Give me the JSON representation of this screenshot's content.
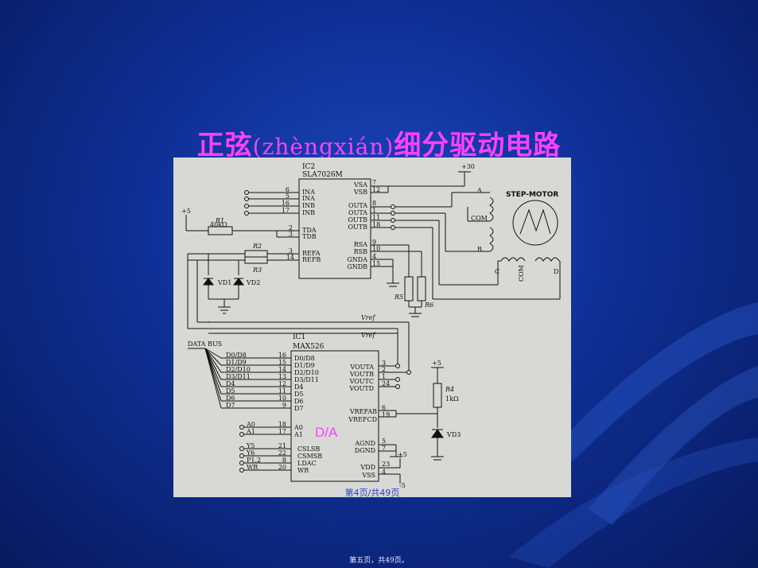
{
  "slide": {
    "title_cn_1": "正弦",
    "title_pinyin": "(zhèngxián)",
    "title_cn_2": "细分驱动电路",
    "annotation": "D/A",
    "page_indicator": "第4页/共49页",
    "footer": "第五页，共49页。"
  },
  "colors": {
    "background": "#0f2f95",
    "title": "#ff40ff",
    "annotation": "#ff40ff",
    "page_indicator": "#2a40c8"
  },
  "schematic": {
    "ic2": {
      "ref": "IC2",
      "part": "SLA7026M"
    },
    "ic1": {
      "ref": "IC1",
      "part": "MAX526"
    },
    "ic2_left_pins": [
      {
        "num": "6",
        "name": "INA"
      },
      {
        "num": "5",
        "name": "INA"
      },
      {
        "num": "16",
        "name": "INB"
      },
      {
        "num": "17",
        "name": "INB"
      },
      {
        "num": "2",
        "name": "TDA"
      },
      {
        "num": "3",
        "name": "TDB"
      },
      {
        "num": "3",
        "name": "REFA"
      },
      {
        "num": "14",
        "name": "REFB"
      }
    ],
    "ic2_right_pins": [
      {
        "num": "7",
        "name": "VSA"
      },
      {
        "num": "12",
        "name": "VSB"
      },
      {
        "num": "8",
        "name": "OUTA"
      },
      {
        "num": "1",
        "name": "OUTA"
      },
      {
        "num": "11",
        "name": "OUTB"
      },
      {
        "num": "18",
        "name": "OUTB"
      },
      {
        "num": "9",
        "name": "RSA"
      },
      {
        "num": "10",
        "name": "RSB"
      },
      {
        "num": "4",
        "name": "GNDA"
      },
      {
        "num": "15",
        "name": "GNDB"
      }
    ],
    "ic1_left_pins": [
      {
        "num": "16",
        "name": "D0/D8",
        "bus": "D0/D8"
      },
      {
        "num": "15",
        "name": "D1/D9",
        "bus": "D1/D9"
      },
      {
        "num": "14",
        "name": "D2/D10",
        "bus": "D2/D10"
      },
      {
        "num": "13",
        "name": "D3/D11",
        "bus": "D3/D11"
      },
      {
        "num": "12",
        "name": "D4",
        "bus": "D4"
      },
      {
        "num": "11",
        "name": "D5",
        "bus": "D5"
      },
      {
        "num": "10",
        "name": "D6",
        "bus": "D6"
      },
      {
        "num": "9",
        "name": "D7",
        "bus": "D7"
      },
      {
        "num": "18",
        "name": "A0",
        "bus": "A0"
      },
      {
        "num": "17",
        "name": "A1",
        "bus": "A1"
      },
      {
        "num": "21",
        "name": "CSLSB",
        "bus": "Y5"
      },
      {
        "num": "22",
        "name": "CSMSB",
        "bus": "Y6"
      },
      {
        "num": "8",
        "name": "LDAC",
        "bus": "P1.2"
      },
      {
        "num": "20",
        "name": "WR",
        "bus": "WR"
      }
    ],
    "ic1_right_pins": [
      {
        "num": "3",
        "name": "VOUTA"
      },
      {
        "num": "2",
        "name": "VOUTB"
      },
      {
        "num": "1",
        "name": "VOUTC"
      },
      {
        "num": "24",
        "name": "VOUTD"
      },
      {
        "num": "6",
        "name": "VREFAB"
      },
      {
        "num": "19",
        "name": "VREFCD"
      },
      {
        "num": "5",
        "name": "AGND"
      },
      {
        "num": "7",
        "name": "DGND"
      },
      {
        "num": "23",
        "name": "VDD"
      },
      {
        "num": "4",
        "name": "VSS"
      }
    ],
    "labels": {
      "plus5_top": "+5",
      "plus30": "+30",
      "plus5_right": "+5",
      "plus5_ic1": "+5",
      "minus5": "-5",
      "r1": "R1",
      "r1_val": "40kΩ",
      "r2": "R2",
      "r3": "R3",
      "r4": "R4",
      "r4_val": "1kΩ",
      "r5": "R5",
      "r6": "R6",
      "vd1": "VD1",
      "vd2": "VD2",
      "vd3": "VD3",
      "vref1": "Vref",
      "vref2": "Vref",
      "data_bus": "DATA BUS",
      "motor": "STEP-MOTOR",
      "coil_a": "A",
      "coil_com": "COM",
      "coil_b": "B",
      "coil_c": "C",
      "coil_com2": "COM",
      "coil_d": "D"
    }
  }
}
